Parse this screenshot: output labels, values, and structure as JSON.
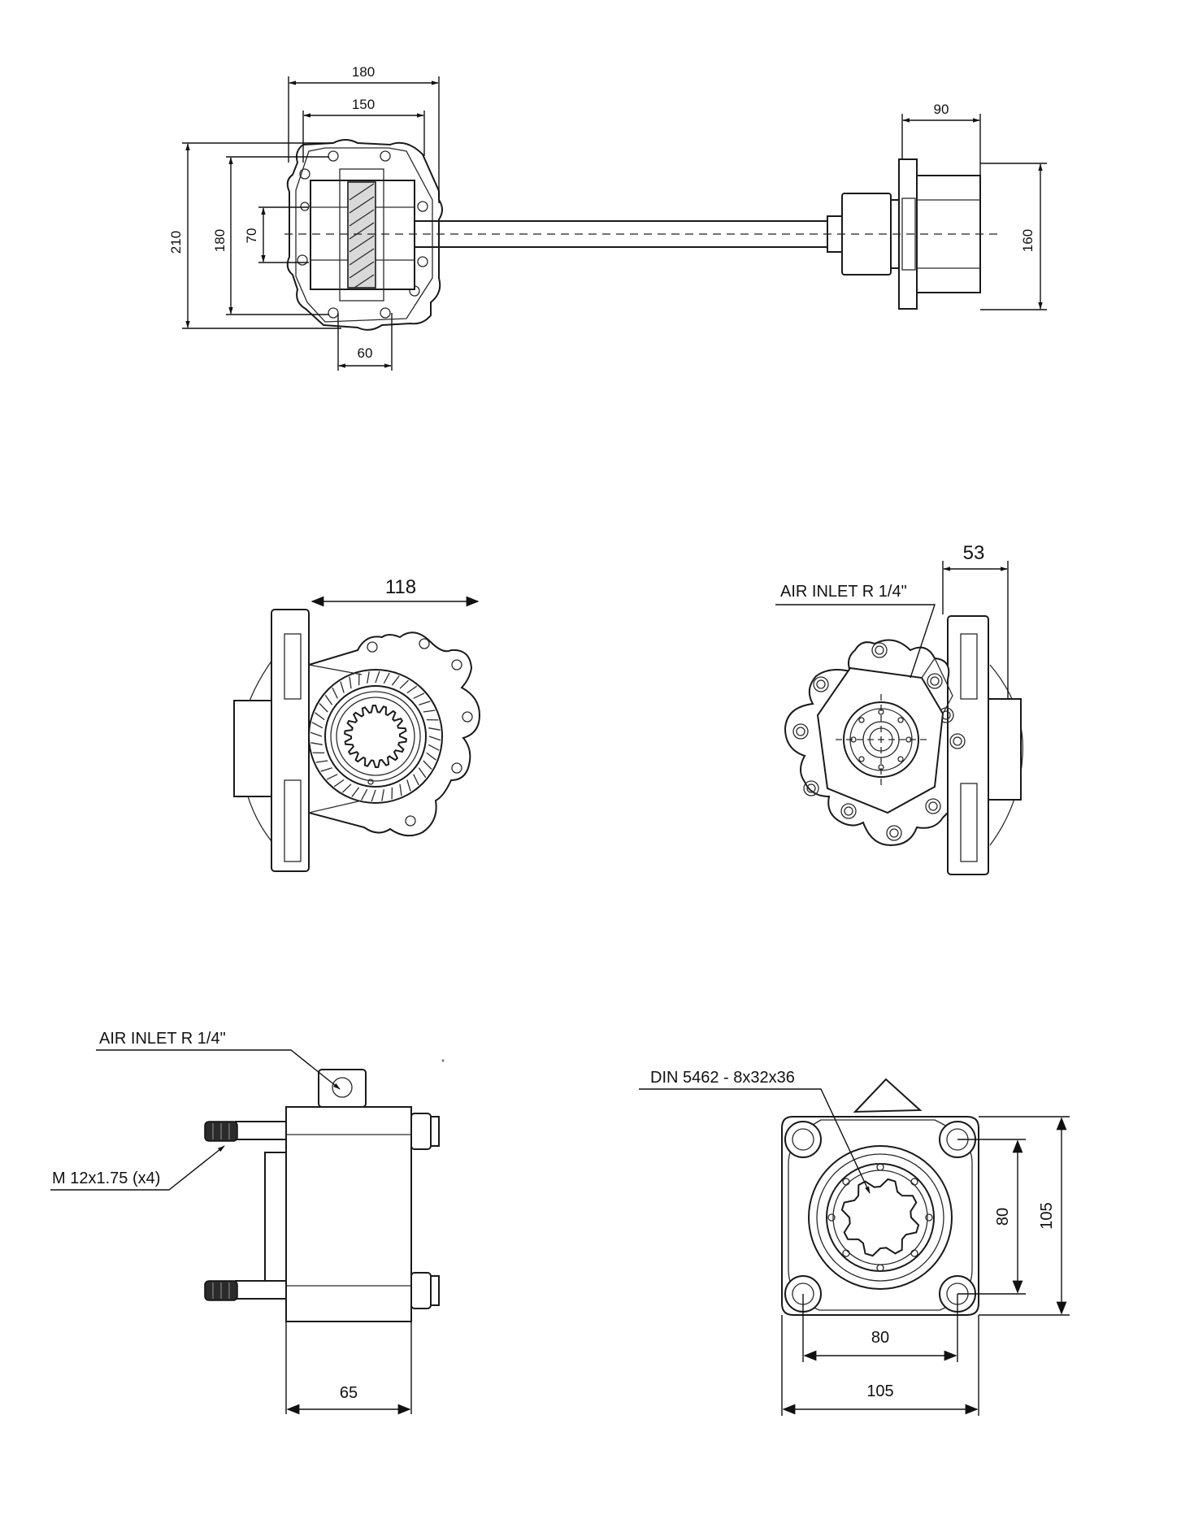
{
  "top_view": {
    "dim_180_width": "180",
    "dim_150": "150",
    "dim_90": "90",
    "dim_210": "210",
    "dim_180_height": "180",
    "dim_70": "70",
    "dim_60": "60",
    "dim_160": "160"
  },
  "side_view_left": {
    "dim_118": "118"
  },
  "side_view_right": {
    "dim_53": "53",
    "air_inlet": "AIR INLET R 1/4\""
  },
  "bottom_left_view": {
    "air_inlet": "AIR INLET R 1/4\"",
    "thread": "M 12x1.75 (x4)",
    "dim_65": "65"
  },
  "bottom_right_view": {
    "spline": "DIN 5462 - 8x32x36",
    "dim_80_vertical": "80",
    "dim_105_vertical": "105",
    "dim_80_horizontal": "80",
    "dim_105_horizontal": "105"
  }
}
